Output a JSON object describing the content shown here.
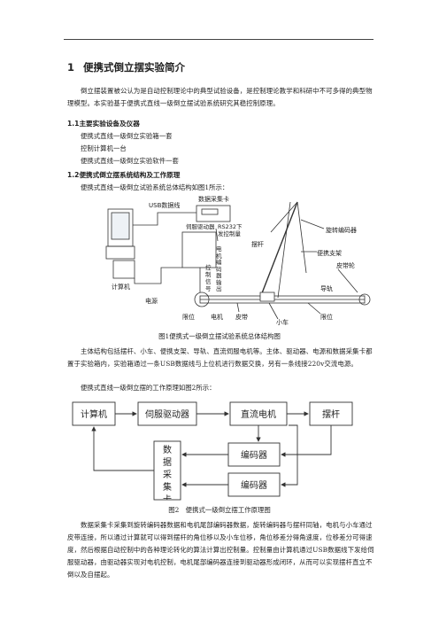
{
  "section": {
    "number": "1",
    "title": "便携式倒立摆实验简介"
  },
  "intro": "倒立摆装置被公认为是自动控制理论中的典型试验设备，是控制理论教学和科研中不可多得的典型物理模型。本实验基于便携式直线一级倒立摆试验系统研究其稳控制原理。",
  "s11": {
    "title": "1.1主要实验设备及仪器",
    "items": [
      "便携式直线一级倒立实验箱一套",
      "控制计算机一台",
      "便携式直线一级倒立实验软件一套"
    ]
  },
  "s12": {
    "title": "1.2便携式倒立摆系统结构及工作原理",
    "line1": "便携式直线一级倒立试验系统总体结构如图1所示：",
    "para2": "主体结构包括摆杆、小车、便携支架、导轨、直流伺服电机等。主体、驱动器、电源和数据采集卡都置于实验箱内，实验箱通过一条USB数据线与上位机进行数据交换，另有一条线接220v交流电源。",
    "line3": "便携式直线一级倒立摆的工作原理如图2所示：",
    "para4": "数据采集卡采集到旋转编码器数据和电机尾部编码器数据，旋转编码器与摆杆同轴，电机与小车通过皮带连接，所以通过计算就可以得到摆杆的角位移以及小车位移，角位移差分得角速度，位移差分可得速度，然后根据自动控制中的各种理论转化的算法计算出控制量。控制量由计算机通过USB数据线下发给伺服驱动器，由驱动器实现对电机控制，电机尾部编码器连接到驱动器形成闭环，从而可以实现摆杆直立不倒以及自摆起。"
  },
  "fig1": {
    "caption": "图1便携式一级倒立摆试验系统总体结构图",
    "labels": {
      "daq": "数据采集卡",
      "usb": "USB数据线",
      "servo": "伺服驱动器",
      "rs232": "RS232下发控制量",
      "pendulum": "摆杆",
      "encoder": "旋转编码器",
      "motor_enc": "电机编码器输出",
      "ctrl_sig": "控制信号",
      "support": "便携支架",
      "pulley": "皮带轮",
      "rail": "导轨",
      "computer": "计算机",
      "power": "电源",
      "limit_l": "限位",
      "motor": "电机",
      "belt": "皮带",
      "cart": "小车",
      "limit_r": "限位"
    }
  },
  "fig2": {
    "caption": "图2　便携式一级倒立摆工作原理图",
    "blocks": {
      "computer": "计算机",
      "servo": "伺服驱动器",
      "dcmotor": "直流电机",
      "pendulum": "摆杆",
      "daq": "数据采集卡",
      "enc1": "编码器",
      "enc2": "编码器"
    }
  }
}
